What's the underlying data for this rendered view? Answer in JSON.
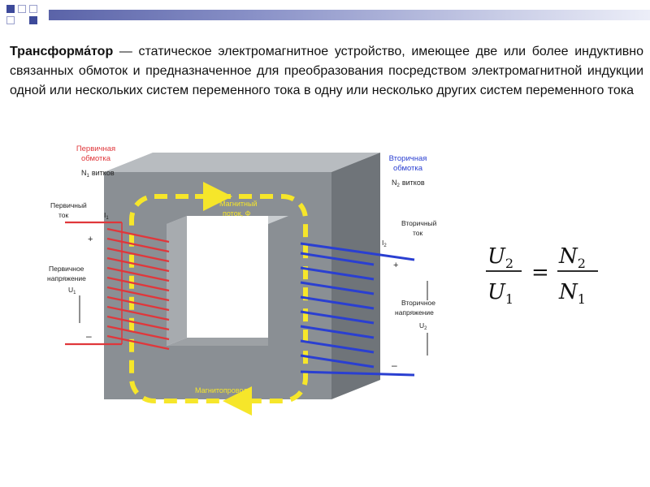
{
  "definition": {
    "term": "Трансформа́тор",
    "text": " — статическое электромагнитное устройство, имеющее две или более индуктивно связанных обмоток и предназначенное для преобразования посредством электромагнитной индукции одной или нескольких систем переменного тока в одну или несколько других систем переменного тока"
  },
  "diagram": {
    "primary_winding_line1": "Первичная",
    "primary_winding_line2": "обмотка",
    "primary_turns_sym": "N",
    "primary_turns_sub": "1",
    "primary_turns_word": "витков",
    "primary_current_line1": "Первичный",
    "primary_current_line2": "ток",
    "primary_current_sym": "I",
    "primary_current_sub": "1",
    "primary_voltage_line1": "Первичное",
    "primary_voltage_line2": "напряжение",
    "primary_voltage_sym": "U",
    "primary_voltage_sub": "1",
    "plus": "+",
    "minus": "–",
    "secondary_winding_line1": "Вторичная",
    "secondary_winding_line2": "обмотка",
    "secondary_turns_sym": "N",
    "secondary_turns_sub": "2",
    "secondary_turns_word": "витков",
    "secondary_current_line1": "Вторичный",
    "secondary_current_line2": "ток",
    "secondary_current_sym": "I",
    "secondary_current_sub": "2",
    "secondary_voltage_line1": "Вторичное",
    "secondary_voltage_line2": "напряжение",
    "secondary_voltage_sym": "U",
    "secondary_voltage_sub": "2",
    "flux_line1": "Магнитный",
    "flux_line2": "поток, Ф",
    "core_label": "Магнитопровод"
  },
  "formula": {
    "u": "U",
    "n": "N",
    "sub_top": "2",
    "sub_bottom": "1",
    "equals": "="
  },
  "colors": {
    "primary": "#e0373b",
    "secondary": "#2a3fd1",
    "flux": "#f6e62a",
    "core": "#8a8f94",
    "accent_bar": "#5a63a8"
  }
}
